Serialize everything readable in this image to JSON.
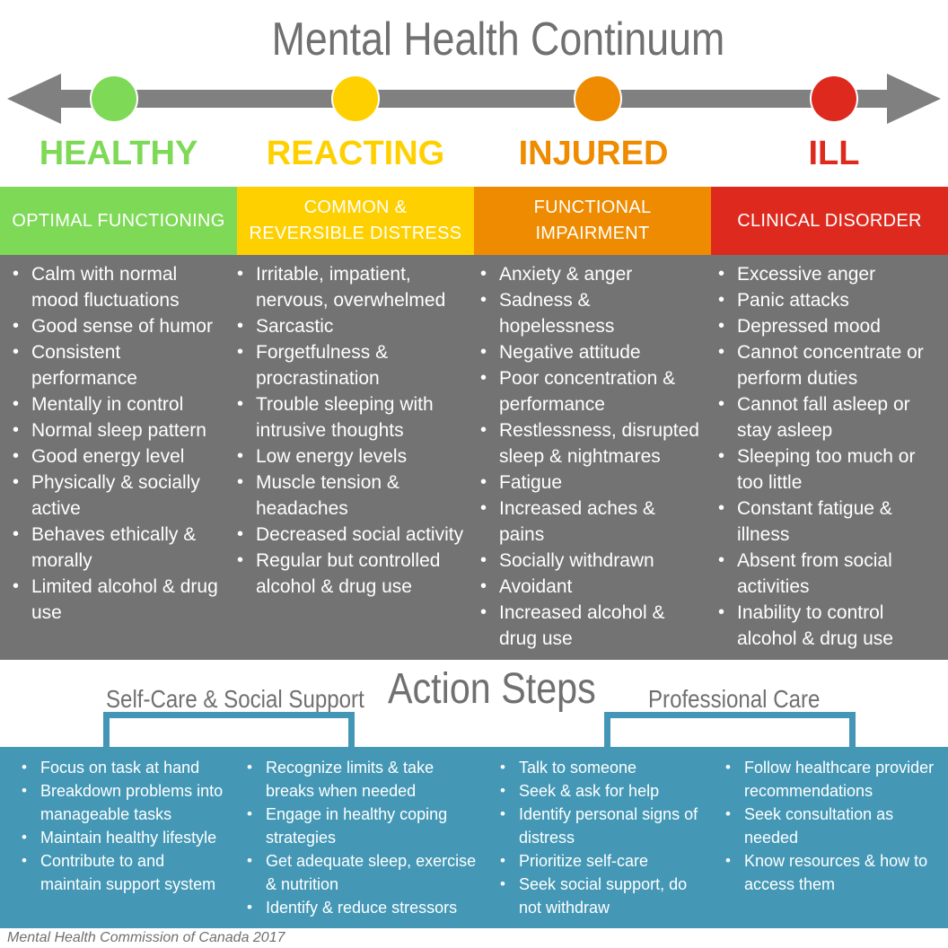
{
  "title": "Mental Health Continuum",
  "colors": {
    "green": "#7ed957",
    "yellow": "#ffd000",
    "orange": "#ee8b00",
    "red": "#de2a1e",
    "gray_panel": "#737373",
    "teal": "#4498b6",
    "arrow": "#808080"
  },
  "stages": [
    {
      "label": "HEALTHY",
      "color": "#7ed957",
      "category": "OPTIMAL FUNCTIONING",
      "symptoms": [
        "Calm with normal mood fluctuations",
        "Good sense of humor",
        "Consistent performance",
        "Mentally in control",
        "Normal sleep pattern",
        "Good energy level",
        "Physically & socially active",
        "Behaves ethically & morally",
        "Limited alcohol & drug use"
      ]
    },
    {
      "label": "REACTING",
      "color": "#ffd000",
      "category": "COMMON &\nREVERSIBLE DISTRESS",
      "symptoms": [
        "Irritable, impatient, nervous, overwhelmed",
        "Sarcastic",
        "Forgetfulness & procrastination",
        "Trouble sleeping with intrusive thoughts",
        "Low energy levels",
        "Muscle tension & headaches",
        "Decreased social activity",
        "Regular but controlled alcohol & drug use"
      ]
    },
    {
      "label": "INJURED",
      "color": "#ee8b00",
      "category": "FUNCTIONAL\nIMPAIRMENT",
      "symptoms": [
        "Anxiety & anger",
        "Sadness & hopelessness",
        "Negative attitude",
        "Poor concentration & performance",
        "Restlessness, disrupted sleep & nightmares",
        "Fatigue",
        "Increased aches & pains",
        "Socially withdrawn",
        "Avoidant",
        "Increased alcohol & drug use"
      ]
    },
    {
      "label": "ILL",
      "color": "#de2a1e",
      "category": "CLINICAL DISORDER",
      "symptoms": [
        "Excessive anger",
        "Panic attacks",
        "Depressed mood",
        "Cannot concentrate or perform duties",
        "Cannot fall asleep or stay asleep",
        "Sleeping too much or too little",
        "Constant fatigue & illness",
        "Absent from social activities",
        "Inability to control alcohol & drug use"
      ]
    }
  ],
  "action_steps": {
    "title": "Action Steps",
    "self_care_label": "Self-Care & Social Support",
    "professional_label": "Professional Care",
    "columns": [
      [
        "Focus on task at hand",
        "Breakdown problems into manageable tasks",
        "Maintain healthy lifestyle",
        "Contribute to and maintain support system"
      ],
      [
        "Recognize limits & take breaks when needed",
        "Engage in healthy coping strategies",
        "Get adequate sleep, exercise & nutrition",
        "Identify & reduce stressors"
      ],
      [
        "Talk to someone",
        "Seek & ask for help",
        "Identify personal signs of distress",
        "Prioritize self-care",
        "Seek social support, do not withdraw"
      ],
      [
        "Follow healthcare provider recommendations",
        "Seek consultation as needed",
        "Know resources & how to access them"
      ]
    ]
  },
  "footer": "Mental Health Commission of Canada 2017"
}
